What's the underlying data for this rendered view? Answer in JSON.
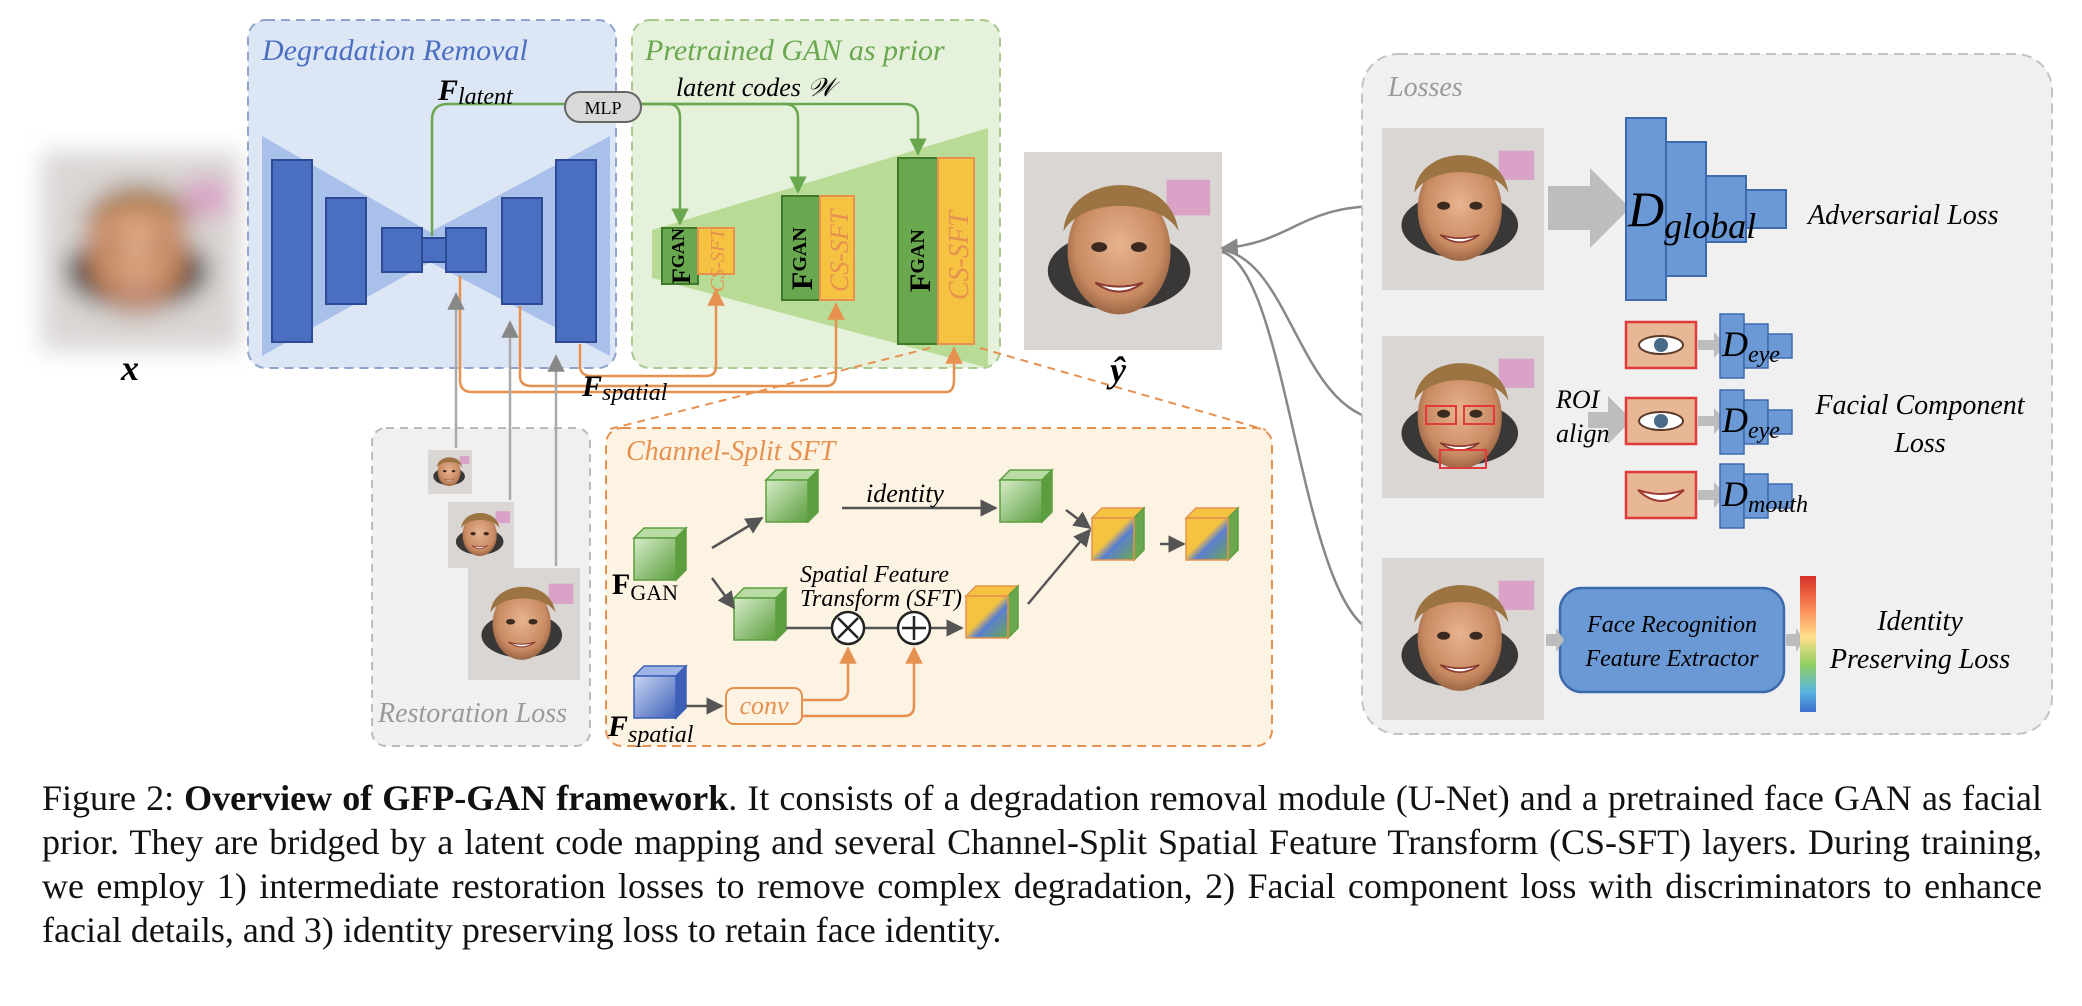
{
  "diagram": {
    "input_label": "x",
    "output_label": "ŷ",
    "degradation_removal": {
      "title": "Degradation Removal",
      "f_latent": "F",
      "f_latent_sub": "latent",
      "mlp": "MLP",
      "f_spatial": "F",
      "f_spatial_sub": "spatial"
    },
    "pretrained_gan": {
      "title": "Pretrained GAN as prior",
      "latent_codes": "latent codes 𝒲",
      "fgan": "F",
      "fgan_sub": "GAN",
      "cs_sft": "CS-SFT"
    },
    "restoration_loss": {
      "title": "Restoration Loss"
    },
    "channel_split_sft": {
      "title": "Channel-Split SFT",
      "identity": "identity",
      "sft_line1": "Spatial Feature",
      "sft_line2": "Transform (SFT)",
      "fgan": "F",
      "fgan_sub": "GAN",
      "fspatial": "F",
      "fspatial_sub": "spatial",
      "conv": "conv"
    },
    "losses": {
      "title": "Losses",
      "d_global": "D",
      "d_global_sub": "global",
      "adversarial": "Adversarial Loss",
      "roi_line1": "ROI",
      "roi_line2": "align",
      "d_eye": "D",
      "d_eye_sub": "eye",
      "d_mouth": "D",
      "d_mouth_sub": "mouth",
      "facial_line1": "Facial Component",
      "facial_line2": "Loss",
      "face_rec_line1": "Face Recognition",
      "face_rec_line2": "Feature Extractor",
      "identity_line1": "Identity",
      "identity_line2": "Preserving Loss"
    },
    "colors": {
      "blue": "#4a6fc1",
      "green": "#6aa84f",
      "orange": "#e69150",
      "yellow": "#f5c242",
      "gray": "#999999"
    }
  },
  "caption": {
    "prefix": "Figure 2: ",
    "bold": "Overview of GFP-GAN framework",
    "body": ". It consists of a degradation removal module (U-Net) and a pretrained face GAN as facial prior. They are bridged by a latent code mapping and several Channel-Split Spatial Feature Transform (CS-SFT) layers. During training, we employ 1) intermediate restoration losses to remove complex degradation, 2) Facial component loss with discriminators to enhance facial details, and 3) identity preserving loss to retain face identity."
  }
}
